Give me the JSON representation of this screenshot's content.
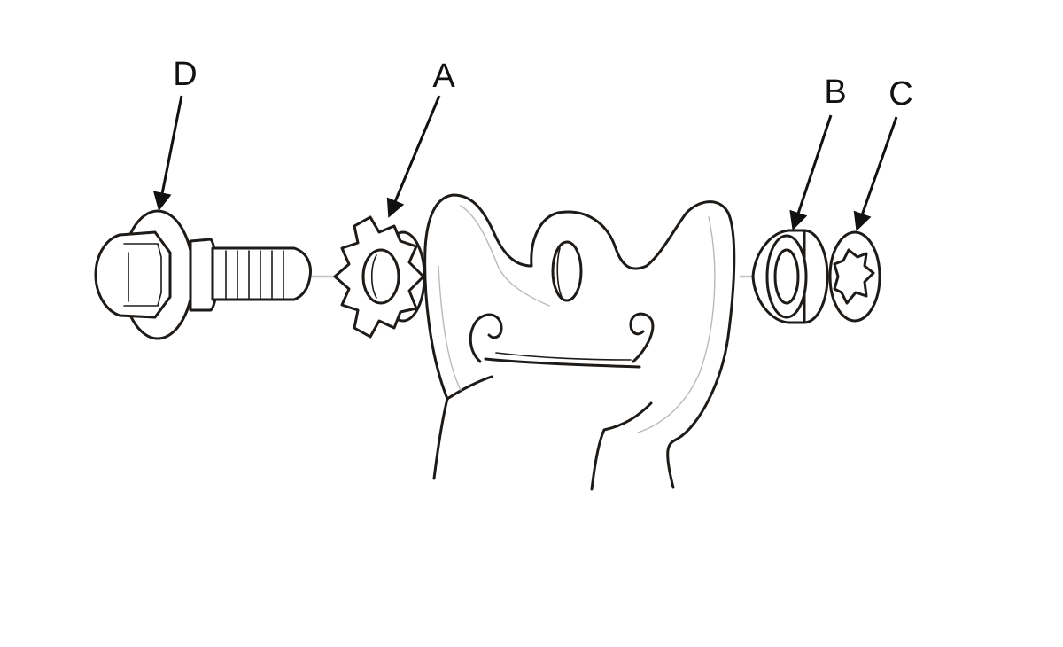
{
  "callouts": {
    "a": "A",
    "b": "B",
    "c": "C",
    "d": "D"
  },
  "colors": {
    "ink": "#1e1a17",
    "axis": "#c4c4c4",
    "background": "#ffffff"
  }
}
